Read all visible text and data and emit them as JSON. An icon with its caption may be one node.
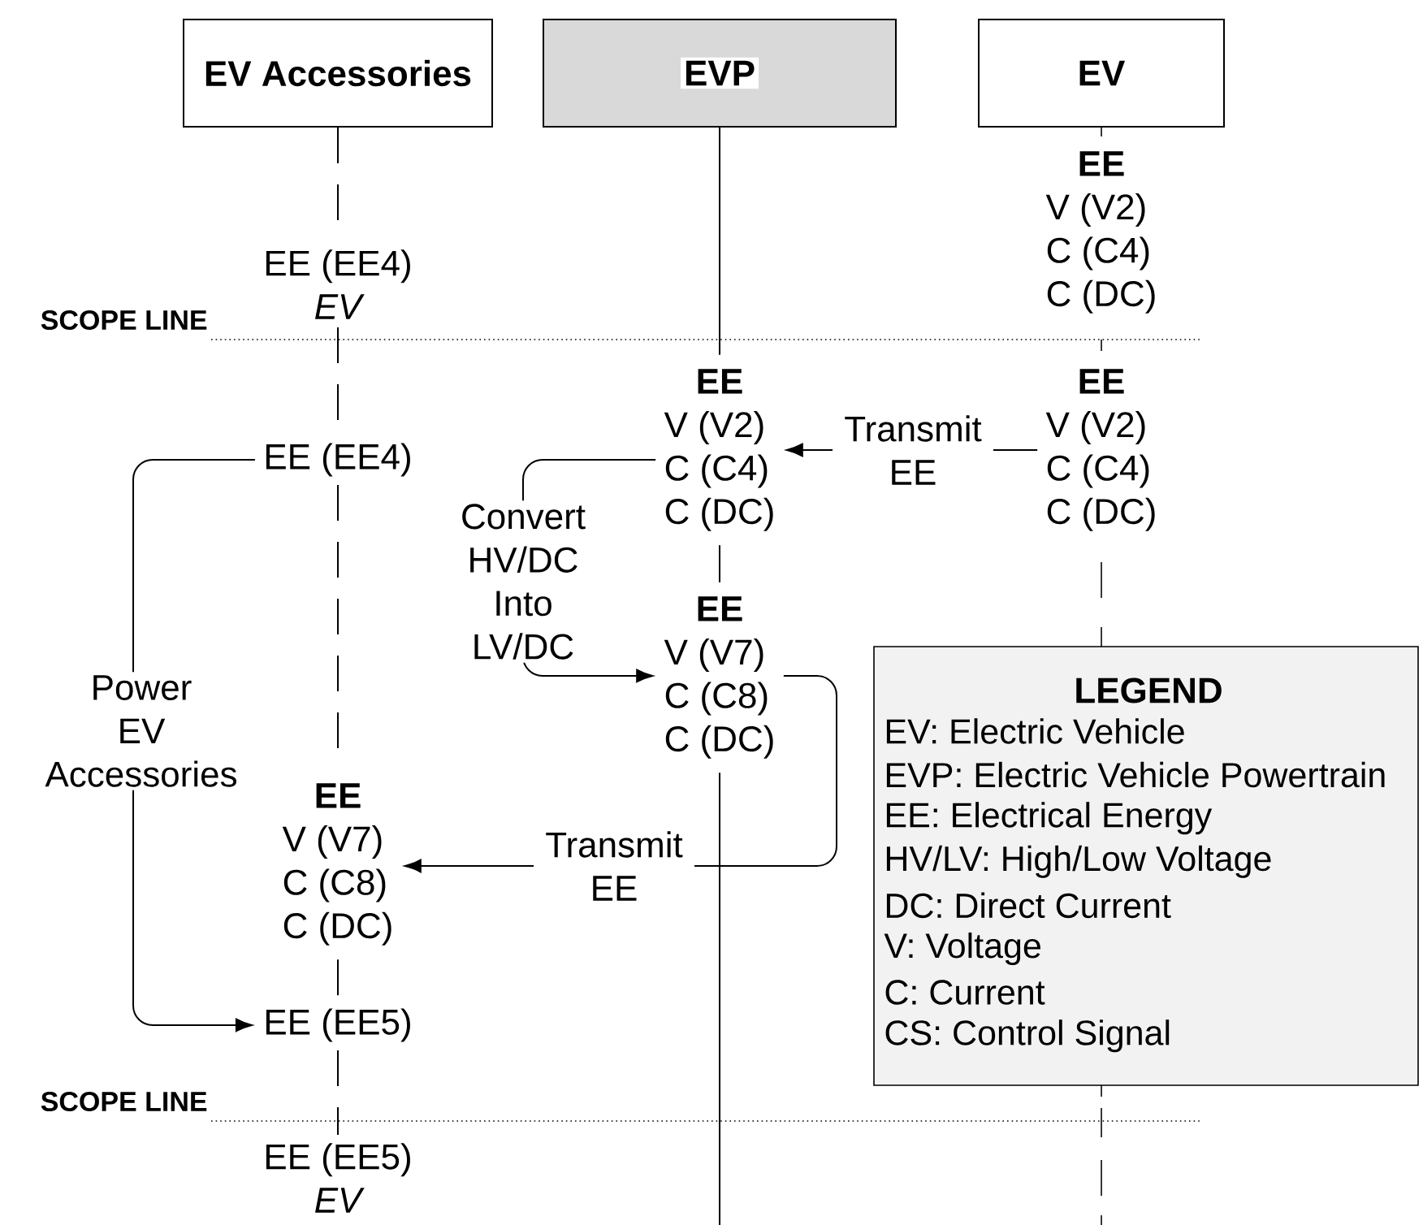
{
  "diagram": {
    "nodes": [
      {
        "text": [
          "EV Accessories"
        ]
      },
      {
        "text": [
          "EVP"
        ]
      },
      {
        "text": [
          "EV"
        ]
      },
      {
        "text": [
          "EE",
          "V (V2)",
          "C (C4)",
          "C (DC)"
        ]
      },
      {
        "text": [
          "EE (EE4)",
          "EV"
        ]
      },
      {
        "text": [
          "EE",
          "V (V2)",
          "C (C4)",
          "C (DC)"
        ]
      },
      {
        "text": [
          "EE",
          "V (V2)",
          "C (C4)",
          "C (DC)"
        ]
      },
      {
        "text": [
          "EE (EE4)"
        ]
      },
      {
        "text": [
          "EE",
          "V (V7)",
          "C (C8)",
          "C (DC)"
        ]
      },
      {
        "text": [
          "EE",
          "V (V7)",
          "C (C8)",
          "C (DC)"
        ]
      },
      {
        "text": [
          "EE (EE5)"
        ]
      },
      {
        "text": [
          "EE (EE5)",
          "EV"
        ]
      }
    ],
    "edges": [
      {
        "from": 6,
        "to": 5,
        "arrow": "to",
        "label": "Transmit EE"
      },
      {
        "from": 5,
        "to": 8,
        "arrow": "to",
        "label": "Convert HV/DC Into LV/DC"
      },
      {
        "from": 8,
        "to": 9,
        "arrow": "to",
        "label": "Transmit EE"
      },
      {
        "from": 7,
        "to": 10,
        "arrow": "to",
        "label": "Power EV Accessories"
      },
      {
        "from": 0,
        "to": 4,
        "arrow": "none",
        "style": "dashed"
      },
      {
        "from": 4,
        "to": 7,
        "arrow": "none",
        "style": "dashed"
      },
      {
        "from": 7,
        "to": 9,
        "arrow": "none",
        "style": "dashed"
      },
      {
        "from": 9,
        "to": 10,
        "arrow": "none",
        "style": "dashed"
      },
      {
        "from": 10,
        "to": 11,
        "arrow": "none",
        "style": "dashed"
      },
      {
        "from": 1,
        "to": 5,
        "arrow": "none"
      },
      {
        "from": 5,
        "to": 8,
        "arrow": "none"
      },
      {
        "from": 8,
        "to": null,
        "arrow": "none"
      }
    ],
    "labels": [
      "SCOPE LINE",
      "LEGEND",
      "SCOPE LINE"
    ],
    "legend": [
      {
        "text": "EV: Electric Vehicle"
      },
      {
        "text": "EVP: Electric Vehicle Powertrain"
      },
      {
        "text": "EE: Electrical Energy"
      },
      {
        "text": "HV/LV: High/Low Voltage"
      },
      {
        "text": "DC: Direct Current"
      },
      {
        "text": "V: Voltage"
      },
      {
        "text": "C: Current"
      },
      {
        "text": "CS: Control Signal"
      }
    ]
  }
}
